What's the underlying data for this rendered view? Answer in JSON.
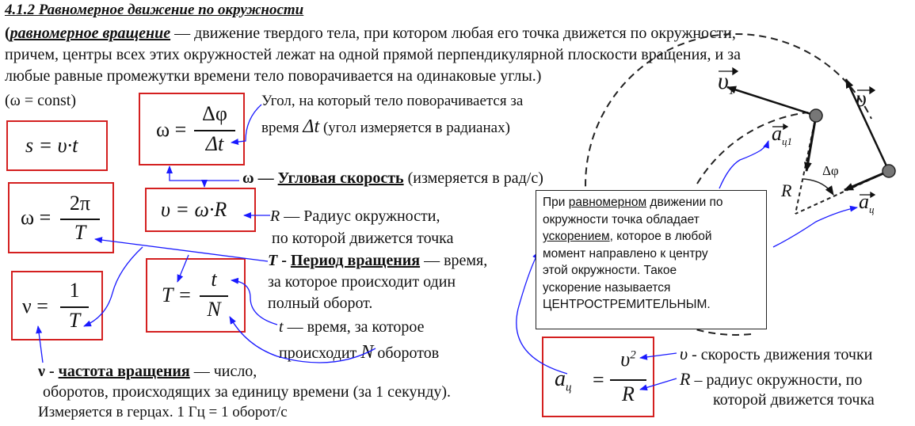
{
  "title": "4.1.2 Равномерное  движение по окружности",
  "intro": {
    "term": "равномерное вращение",
    "open_paren": "(",
    "line1": " — движение твердого тела, при котором любая его точка движется по окружности,",
    "line2": "причем, центры всех этих окружностей лежат на одной прямой перпендикулярной плоскости вращения, и за",
    "line3": "любые равные промежутки времени тело поворачивается на одинаковые углы.)"
  },
  "omega_const": "(ω = const)",
  "formulas": {
    "s": "s = υ·t",
    "omega_angle": {
      "lhs": "ω =",
      "num": "Δφ",
      "den": "Δt"
    },
    "omega_period": {
      "lhs": "ω =",
      "num": "2π",
      "den": "T"
    },
    "v_omega_r": "υ = ω·R",
    "nu": {
      "lhs": "ν =",
      "num": "1",
      "den": "T"
    },
    "period": {
      "lhs": "T =",
      "num": "t",
      "den": "N"
    },
    "centripetal": {
      "lhs": "a",
      "lhs_sub": "ц",
      "eq": "=",
      "num": "υ",
      "num_sup": "2",
      "den": "R"
    }
  },
  "notes": {
    "angle_1": "Угол, на который тело поворачивается за",
    "angle_2a": "время ",
    "angle_2b": "Δt",
    "angle_2c": " (угол измеряется в радианах)",
    "omega_sym": "ω",
    "omega_dash": " — ",
    "omega_name": "Угловая скорость",
    "omega_units": " (измеряется в рад/с)",
    "radius_1a": "R",
    "radius_1b": " — Радиус окружности,",
    "radius_2": "по которой движется точка",
    "period_sym": "T",
    "period_dash": " - ",
    "period_name": "Период вращения",
    "period_rest": " — время,",
    "period_2": "за которое происходит один",
    "period_3": "полный оборот.",
    "time_1a": "t",
    "time_1b": " — время, за которое",
    "time_2a": "происходит ",
    "time_2b": "N",
    "time_2c": " оборотов",
    "freq_sym": "ν",
    "freq_dash": " - ",
    "freq_name": "частота вращения",
    "freq_rest": " — число,",
    "freq_2": "оборотов, происходящих за единицу времени (за 1 секунду).",
    "freq_3": "Измеряется в герцах. 1 Гц = 1 оборот/с",
    "speed_a": "υ",
    "speed_b": " - скорость движения точки",
    "rad_a": "R",
    "rad_b": " – радиус окружности, по",
    "rad_2": "которой движется точка"
  },
  "info_box": {
    "l1a": "При ",
    "l1b": "равномерном",
    "l1c": " движении по",
    "l2": "окружности точка обладает",
    "l3a": "ускорением",
    "l3b": ", которое в любой",
    "l4": "момент направлено к центру",
    "l5": "этой окружности. Такое",
    "l6": "ускорение называется",
    "l7": "ЦЕНТРОСТРЕМИТЕЛЬНЫМ."
  },
  "diagram": {
    "v1": "υ",
    "v1_sub": "1",
    "v": "υ",
    "a1": "a",
    "a1_sub": "ц1",
    "a2": "a",
    "a2_sub": "ц",
    "R": "R",
    "dphi": "Δφ"
  },
  "colors": {
    "box_border": "#d42020",
    "arrow": "#1a1aff",
    "text": "#111111"
  }
}
